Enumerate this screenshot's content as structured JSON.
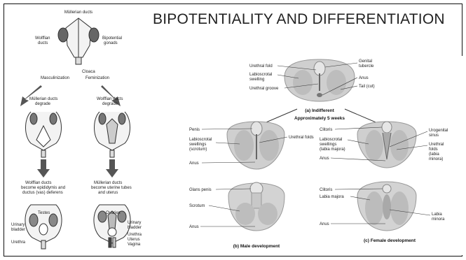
{
  "slide": {
    "title": "BIPOTENTIALITY AND DIFFERENTIATION"
  },
  "left_diagram": {
    "top_labels": {
      "mullerian_ducts": "Müllerian ducts",
      "wolffian_ducts": "Wolffian\nducts",
      "bipotential_gonads": "Bipotential\ngonads",
      "cloaca": "Cloaca"
    },
    "branch_labels": {
      "left": "Masculinization",
      "right": "Feminization"
    },
    "mid_labels": {
      "left": "Müllerian ducts\ndegrade",
      "right": "Wolffian ducts\ndegrade"
    },
    "lower_labels": {
      "left": "Wolffian ducts\nbecome epididymis and\nductus (vas) deferens",
      "right": "Müllerian ducts\nbecome uterine tubes\nand uterus"
    },
    "male_labels": {
      "testes": "Testes",
      "urinary_bladder": "Urinary\nbladder",
      "urethra": "Urethra"
    },
    "female_labels": {
      "ovaries": "Ovaries",
      "urinary_bladder": "Urinary\nbladder",
      "urethra": "Urethra",
      "uterus": "Uterus",
      "vagina": "Vagina"
    }
  },
  "right_diagram": {
    "indifferent": {
      "labels": {
        "urethral_fold": "Urethral fold",
        "labioscrotal_swelling": "Labioscrotal\nswelling",
        "urethral_groove": "Urethral groove",
        "genital_tubercle": "Genital\ntubercle",
        "anus": "Anus",
        "tail": "Tail (cut)"
      },
      "caption": "(a) Indifferent",
      "time": "Approximately 5 weeks"
    },
    "male": {
      "labels": {
        "penis": "Penis",
        "labioscrotal_swellings": "Labioscrotal\nswellings\n(scrotum)",
        "urethral_folds": "Urethral folds",
        "anus_top": "Anus",
        "glans_penis": "Glans penis",
        "scrotum": "Scrotum",
        "anus_bottom": "Anus"
      },
      "caption": "(b) Male development"
    },
    "female": {
      "labels": {
        "clitoris_top": "Clitoris",
        "labioscrotal_swellings": "Labioscrotal\nswellings\n(labia majora)",
        "anus_top": "Anus",
        "urogenital_sinus": "Urogenital\nsinus",
        "urethral_folds": "Urethral\nfolds\n(labia\nminora)",
        "clitoris_bottom": "Clitoris",
        "labia_majora": "Labia majora",
        "anus_bottom": "Anus",
        "labia_minora": "Labia\nminora"
      },
      "caption": "(c) Female development"
    }
  }
}
